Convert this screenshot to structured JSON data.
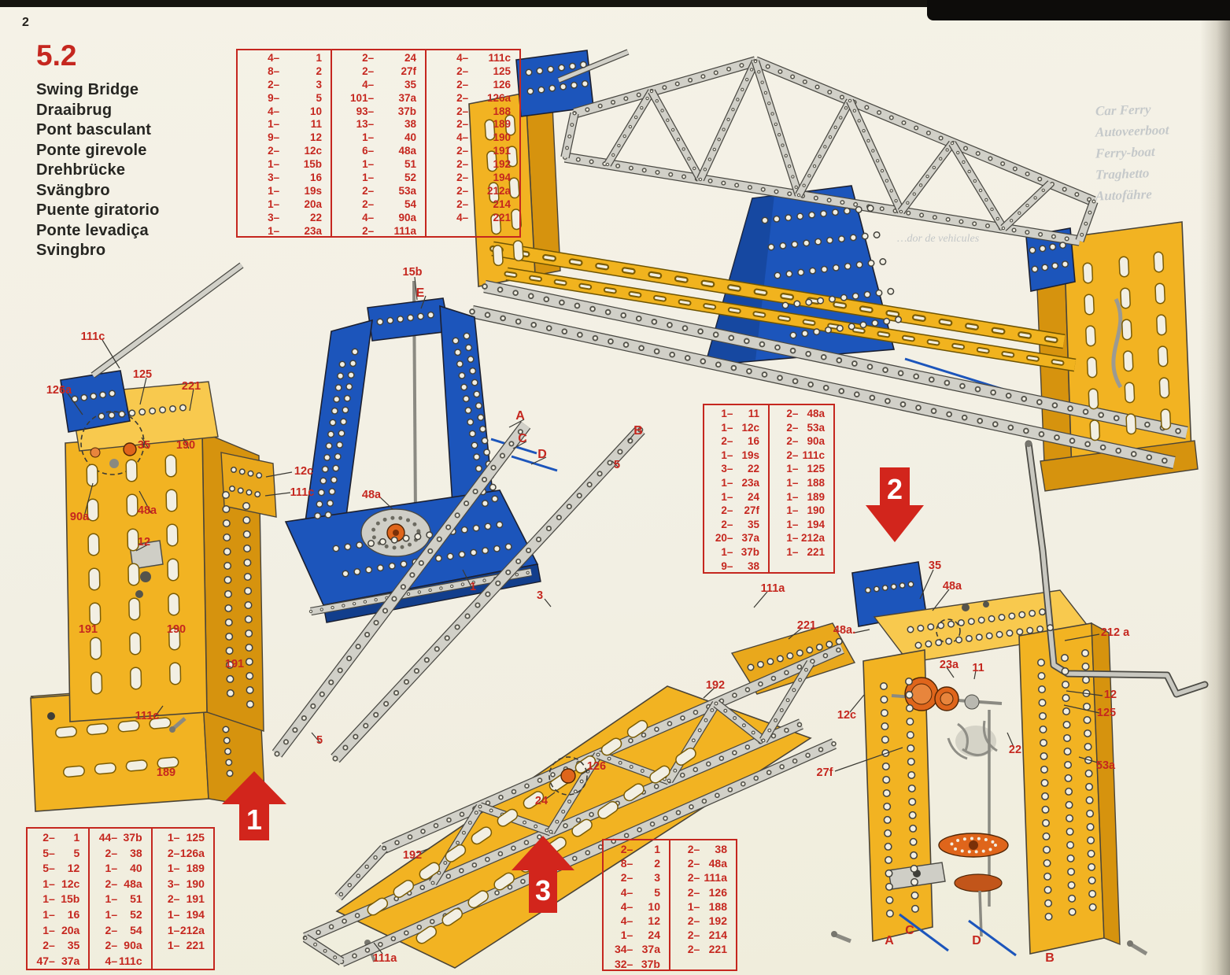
{
  "page": {
    "number": "2",
    "section": "5.2",
    "titles": [
      "Swing Bridge",
      "Draaibrug",
      "Pont basculant",
      "Ponte girevole",
      "Drehbrücke",
      "Svängbro",
      "Puente giratorio",
      "Ponte levadiça",
      "Svingbro"
    ]
  },
  "arrows": {
    "step1": "1",
    "step2": "2",
    "step3": "3"
  },
  "tables": {
    "main": {
      "col1": [
        [
          "4–",
          "1"
        ],
        [
          "8–",
          "2"
        ],
        [
          "2–",
          "3"
        ],
        [
          "9–",
          "5"
        ],
        [
          "4–",
          "10"
        ],
        [
          "1–",
          "11"
        ],
        [
          "9–",
          "12"
        ],
        [
          "2–",
          "12c"
        ],
        [
          "1–",
          "15b"
        ],
        [
          "3–",
          "16"
        ],
        [
          "1–",
          "19s"
        ],
        [
          "1–",
          "20a"
        ],
        [
          "3–",
          "22"
        ],
        [
          "1–",
          "23a"
        ]
      ],
      "col2": [
        [
          "2–",
          "24"
        ],
        [
          "2–",
          "27f"
        ],
        [
          "4–",
          "35"
        ],
        [
          "101–",
          "37a"
        ],
        [
          "93–",
          "37b"
        ],
        [
          "13–",
          "38"
        ],
        [
          "1–",
          "40"
        ],
        [
          "6–",
          "48a"
        ],
        [
          "1–",
          "51"
        ],
        [
          "1–",
          "52"
        ],
        [
          "2–",
          "53a"
        ],
        [
          "2–",
          "54"
        ],
        [
          "4–",
          "90a"
        ],
        [
          "2–",
          "111a"
        ]
      ],
      "col3": [
        [
          "4–",
          "111c"
        ],
        [
          "2–",
          "125"
        ],
        [
          "2–",
          "126"
        ],
        [
          "2–",
          "126a"
        ],
        [
          "2–",
          "188"
        ],
        [
          "2–",
          "189"
        ],
        [
          "4–",
          "190"
        ],
        [
          "2–",
          "191"
        ],
        [
          "2–",
          "192"
        ],
        [
          "2–",
          "194"
        ],
        [
          "2–",
          "212a"
        ],
        [
          "2–",
          "214"
        ],
        [
          "4–",
          "221"
        ]
      ]
    },
    "mid": {
      "col1": [
        [
          "1–",
          "11"
        ],
        [
          "1–",
          "12c"
        ],
        [
          "2–",
          "16"
        ],
        [
          "1–",
          "19s"
        ],
        [
          "3–",
          "22"
        ],
        [
          "1–",
          "23a"
        ],
        [
          "1–",
          "24"
        ],
        [
          "2–",
          "27f"
        ],
        [
          "2–",
          "35"
        ],
        [
          "20–",
          "37a"
        ],
        [
          "1–",
          "37b"
        ],
        [
          "9–",
          "38"
        ]
      ],
      "col2": [
        [
          "2–",
          "48a"
        ],
        [
          "2–",
          "53a"
        ],
        [
          "2–",
          "90a"
        ],
        [
          "2–",
          "111c"
        ],
        [
          "1–",
          "125"
        ],
        [
          "1–",
          "188"
        ],
        [
          "1–",
          "189"
        ],
        [
          "1–",
          "190"
        ],
        [
          "1–",
          "194"
        ],
        [
          "1–",
          "212a"
        ],
        [
          "1–",
          "221"
        ]
      ]
    },
    "bottom_left": {
      "col1": [
        [
          "2–",
          "1"
        ],
        [
          "5–",
          "5"
        ],
        [
          "5–",
          "12"
        ],
        [
          "1–",
          "12c"
        ],
        [
          "1–",
          "15b"
        ],
        [
          "1–",
          "16"
        ],
        [
          "1–",
          "20a"
        ],
        [
          "2–",
          "35"
        ],
        [
          "47–",
          "37a"
        ]
      ],
      "col2": [
        [
          "44–",
          "37b"
        ],
        [
          "2–",
          "38"
        ],
        [
          "1–",
          "40"
        ],
        [
          "2–",
          "48a"
        ],
        [
          "1–",
          "51"
        ],
        [
          "1–",
          "52"
        ],
        [
          "2–",
          "54"
        ],
        [
          "2–",
          "90a"
        ],
        [
          "4–",
          "111c"
        ]
      ],
      "col3": [
        [
          "1–",
          "125"
        ],
        [
          "2–",
          "126a"
        ],
        [
          "1–",
          "189"
        ],
        [
          "3–",
          "190"
        ],
        [
          "2–",
          "191"
        ],
        [
          "1–",
          "194"
        ],
        [
          "1–",
          "212a"
        ],
        [
          "1–",
          "221"
        ]
      ]
    },
    "bottom_center": {
      "col1": [
        [
          "2–",
          "1"
        ],
        [
          "8–",
          "2"
        ],
        [
          "2–",
          "3"
        ],
        [
          "4–",
          "5"
        ],
        [
          "4–",
          "10"
        ],
        [
          "4–",
          "12"
        ],
        [
          "1–",
          "24"
        ],
        [
          "34–",
          "37a"
        ],
        [
          "32–",
          "37b"
        ]
      ],
      "col2": [
        [
          "2–",
          "38"
        ],
        [
          "2–",
          "48a"
        ],
        [
          "2–",
          "111a"
        ],
        [
          "2–",
          "126"
        ],
        [
          "1–",
          "188"
        ],
        [
          "2–",
          "192"
        ],
        [
          "2–",
          "214"
        ],
        [
          "2–",
          "221"
        ]
      ]
    }
  },
  "labels": {
    "step1": [
      "111c",
      "126a",
      "125",
      "221",
      "35",
      "190",
      "90a",
      "48a",
      "12",
      "12c",
      "111c",
      "191",
      "190",
      "191",
      "111c",
      "189",
      "5"
    ],
    "pylon": [
      "15b",
      "E",
      "48a",
      "A",
      "C",
      "D",
      "B",
      "5",
      "1"
    ],
    "step3": [
      "111a",
      "221",
      "192",
      "3",
      "126",
      "24",
      "192",
      "111a"
    ],
    "step2": [
      "35",
      "48a",
      "48a.",
      "212 a",
      "23a",
      "11",
      "12",
      "125",
      "22",
      "27f",
      "53a",
      "12c",
      "A",
      "C",
      "D",
      "B"
    ]
  },
  "adjacent_page_bleed": {
    "lines": [
      "Car Ferry",
      "Autoveerboot",
      "Ferry-boat",
      "Traghetto",
      "Autofähre"
    ],
    "fragment": "…dor de vehicules"
  }
}
